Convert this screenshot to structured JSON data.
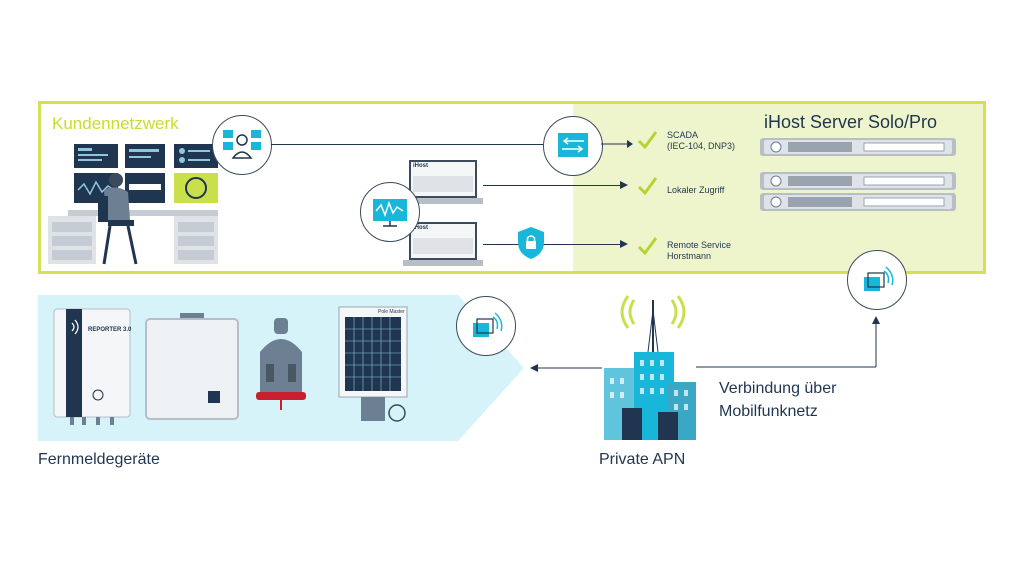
{
  "customer_network": {
    "label": "Kundennetzwerk"
  },
  "server": {
    "title": "iHost Server Solo/Pro"
  },
  "services": [
    {
      "line1": "SCADA",
      "line2": "(IEC-104, DNP3)"
    },
    {
      "line1": "Lokaler Zugriff",
      "line2": ""
    },
    {
      "line1": "Remote Service",
      "line2": "Horstmann"
    }
  ],
  "laptop_brand": "iHost",
  "devices": {
    "label": "Fernmeldegeräte",
    "reporter_label": "REPORTER 3.0",
    "pole_master_label": "Pole Master"
  },
  "apn": {
    "label": "Private APN"
  },
  "mobile": {
    "line1": "Verbindung über",
    "line2": "Mobilfunknetz"
  },
  "colors": {
    "lime_border": "#d4e157",
    "lime_fill": "#eef5cc",
    "cyan": "#18b6d9",
    "light_cyan": "#d5f3f8",
    "navy": "#1f3550",
    "check_green": "#b5d334"
  }
}
